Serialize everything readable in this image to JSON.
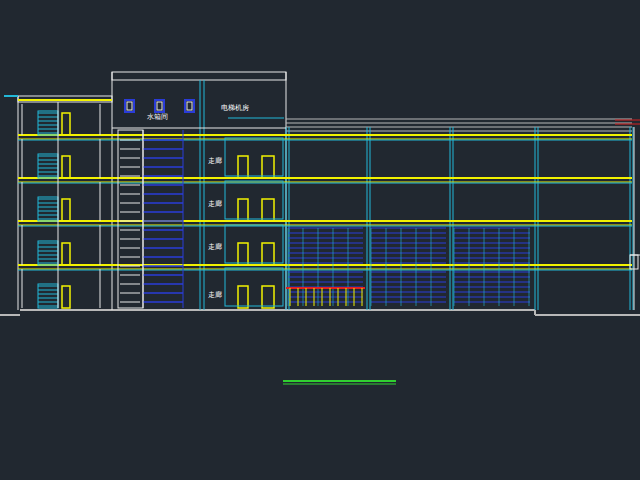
{
  "diagram": {
    "labels": [
      "水箱间",
      "电梯机房",
      "走廊",
      "走廊",
      "走廊",
      "走廊"
    ]
  }
}
